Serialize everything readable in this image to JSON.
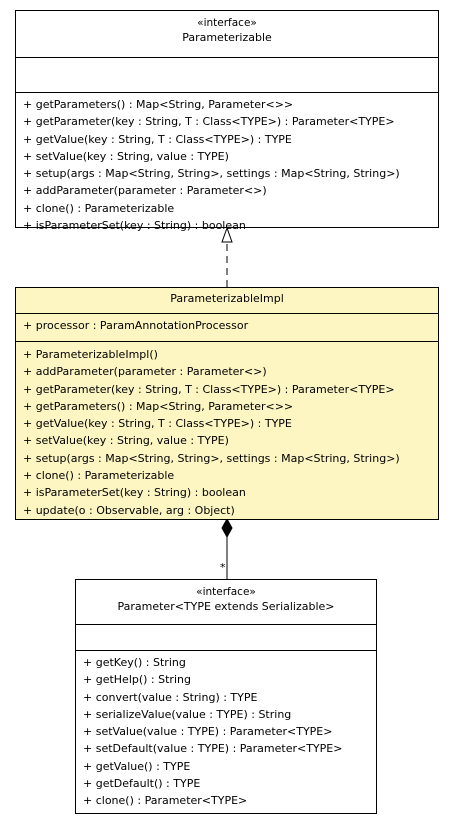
{
  "parameterizable": {
    "stereotype": "«interface»",
    "name": "Parameterizable",
    "fields": [],
    "methods": [
      "+ getParameters() : Map<String, Parameter<>>",
      "+ getParameter(key : String, T : Class<TYPE>) : Parameter<TYPE>",
      "+ getValue(key : String, T : Class<TYPE>) : TYPE",
      "+ setValue(key : String, value : TYPE)",
      "+ setup(args : Map<String, String>, settings : Map<String, String>)",
      "+ addParameter(parameter : Parameter<>)",
      "+ clone() : Parameterizable",
      "+ isParameterSet(key : String) : boolean"
    ]
  },
  "impl": {
    "name": "ParameterizableImpl",
    "fields": [
      "+ processor : ParamAnnotationProcessor"
    ],
    "methods": [
      "+ ParameterizableImpl()",
      "+ addParameter(parameter : Parameter<>)",
      "+ getParameter(key : String, T : Class<TYPE>) : Parameter<TYPE>",
      "+ getParameters() : Map<String, Parameter<>>",
      "+ getValue(key : String, T : Class<TYPE>) : TYPE",
      "+ setValue(key : String, value : TYPE)",
      "+ setup(args : Map<String, String>, settings : Map<String, String>)",
      "+ clone() : Parameterizable",
      "+ isParameterSet(key : String) : boolean",
      "+ update(o : Observable, arg : Object)"
    ]
  },
  "parameter": {
    "stereotype": "«interface»",
    "name": "Parameter<TYPE extends Serializable>",
    "fields": [],
    "methods": [
      "+ getKey() : String",
      "+ getHelp() : String",
      "+ convert(value : String) : TYPE",
      "+ serializeValue(value : TYPE) : String",
      "+ setValue(value : TYPE) : Parameter<TYPE>",
      "+ setDefault(value : TYPE) : Parameter<TYPE>",
      "+ getValue() : TYPE",
      "+ getDefault() : TYPE",
      "+ clone() : Parameter<TYPE>"
    ]
  },
  "composition": {
    "multiplicity": "*"
  },
  "colors": {
    "impl_fill": "#fdf6c3",
    "line": "#000000"
  }
}
